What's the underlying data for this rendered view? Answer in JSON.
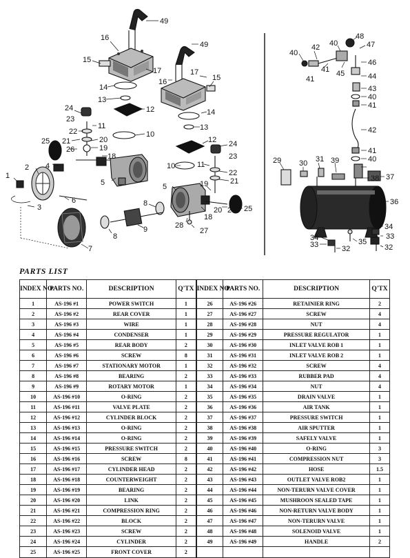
{
  "section_title": "PARTS LIST",
  "headers": {
    "index": "INDEX NO.",
    "parts_no": "PARTS NO.",
    "description": "DESCRIPTION",
    "qty": "Q'TX"
  },
  "parts": [
    {
      "index": "1",
      "parts_no": "AS-196 #1",
      "description": "POWER SWITCH",
      "qty": "1"
    },
    {
      "index": "2",
      "parts_no": "AS-196 #2",
      "description": "REAR COVER",
      "qty": "1"
    },
    {
      "index": "3",
      "parts_no": "AS-196 #3",
      "description": "WIRE",
      "qty": "1"
    },
    {
      "index": "4",
      "parts_no": "AS-196 #4",
      "description": "CONDENSER",
      "qty": "1"
    },
    {
      "index": "5",
      "parts_no": "AS-196 #5",
      "description": "REAR BODY",
      "qty": "2"
    },
    {
      "index": "6",
      "parts_no": "AS-196 #6",
      "description": "SCREW",
      "qty": "8"
    },
    {
      "index": "7",
      "parts_no": "AS-196 #7",
      "description": "STATIONARY MOTOR",
      "qty": "1"
    },
    {
      "index": "8",
      "parts_no": "AS-196 #8",
      "description": "BEARING",
      "qty": "2"
    },
    {
      "index": "9",
      "parts_no": "AS-196 #9",
      "description": "ROTARY MOTOR",
      "qty": "1"
    },
    {
      "index": "10",
      "parts_no": "AS-196 #10",
      "description": "O-RING",
      "qty": "2"
    },
    {
      "index": "11",
      "parts_no": "AS-196 #11",
      "description": "VALVE PLATE",
      "qty": "2"
    },
    {
      "index": "12",
      "parts_no": "AS-196 #12",
      "description": "CYLINDER BLOCK",
      "qty": "2"
    },
    {
      "index": "13",
      "parts_no": "AS-196 #13",
      "description": "O-RING",
      "qty": "2"
    },
    {
      "index": "14",
      "parts_no": "AS-196 #14",
      "description": "O-RING",
      "qty": "2"
    },
    {
      "index": "15",
      "parts_no": "AS-196 #15",
      "description": "PRESSURE SWITCH",
      "qty": "2"
    },
    {
      "index": "16",
      "parts_no": "AS-196 #16",
      "description": "SCREW",
      "qty": "8"
    },
    {
      "index": "17",
      "parts_no": "AS-196 #17",
      "description": "CYLINDER HEAD",
      "qty": "2"
    },
    {
      "index": "18",
      "parts_no": "AS-196 #18",
      "description": "COUNTERWEIGHT",
      "qty": "2"
    },
    {
      "index": "19",
      "parts_no": "AS-196 #19",
      "description": "BEARING",
      "qty": "2"
    },
    {
      "index": "20",
      "parts_no": "AS-196 #20",
      "description": "LINK",
      "qty": "2"
    },
    {
      "index": "21",
      "parts_no": "AS-196 #21",
      "description": "COMPRESSION RING",
      "qty": "2"
    },
    {
      "index": "22",
      "parts_no": "AS-196 #22",
      "description": "BLOCK",
      "qty": "2"
    },
    {
      "index": "23",
      "parts_no": "AS-196 #23",
      "description": "SCREW",
      "qty": "2"
    },
    {
      "index": "24",
      "parts_no": "AS-196 #24",
      "description": "CYLINDER",
      "qty": "2"
    },
    {
      "index": "25",
      "parts_no": "AS-196 #25",
      "description": "FRONT COVER",
      "qty": "2"
    },
    {
      "index": "26",
      "parts_no": "AS-196 #26",
      "description": "RETAINIER RING",
      "qty": "2"
    },
    {
      "index": "27",
      "parts_no": "AS-196 #27",
      "description": "SCREW",
      "qty": "4"
    },
    {
      "index": "28",
      "parts_no": "AS-196 #28",
      "description": "NUT",
      "qty": "4"
    },
    {
      "index": "29",
      "parts_no": "AS-196 #29",
      "description": "PRESSURE REGULATOR",
      "qty": "1"
    },
    {
      "index": "30",
      "parts_no": "AS-196 #30",
      "description": "INLET VALVE ROB 1",
      "qty": "1"
    },
    {
      "index": "31",
      "parts_no": "AS-196 #31",
      "description": "INLET VALVE ROB 2",
      "qty": "1"
    },
    {
      "index": "32",
      "parts_no": "AS-196 #32",
      "description": "SCREW",
      "qty": "4"
    },
    {
      "index": "33",
      "parts_no": "AS-196 #33",
      "description": "RUBBER PAD",
      "qty": "4"
    },
    {
      "index": "34",
      "parts_no": "AS-196 #34",
      "description": "NUT",
      "qty": "4"
    },
    {
      "index": "35",
      "parts_no": "AS-196 #35",
      "description": "DRAIN VALVE",
      "qty": "1"
    },
    {
      "index": "36",
      "parts_no": "AS-196 #36",
      "description": "AIR TANK",
      "qty": "1"
    },
    {
      "index": "37",
      "parts_no": "AS-196 #37",
      "description": "PRESSURE SWITCH",
      "qty": "1"
    },
    {
      "index": "38",
      "parts_no": "AS-196 #38",
      "description": "AIR SPUTTER",
      "qty": "1"
    },
    {
      "index": "39",
      "parts_no": "AS-196 #39",
      "description": "SAFELY VALVE",
      "qty": "1"
    },
    {
      "index": "40",
      "parts_no": "AS-196 #40",
      "description": "O-RING",
      "qty": "3"
    },
    {
      "index": "41",
      "parts_no": "AS-196 #41",
      "description": "COMPRESSION NUT",
      "qty": "3"
    },
    {
      "index": "42",
      "parts_no": "AS-196 #42",
      "description": "HOSE",
      "qty": "1.5"
    },
    {
      "index": "43",
      "parts_no": "AS-196 #43",
      "description": "OUTLET VALVE ROB2",
      "qty": "1"
    },
    {
      "index": "44",
      "parts_no": "AS-196 #44",
      "description": "NON-TERURN VALVE COVER",
      "qty": "1"
    },
    {
      "index": "45",
      "parts_no": "AS-196 #45",
      "description": "MUSHROON SEALED TAPE",
      "qty": "1"
    },
    {
      "index": "46",
      "parts_no": "AS-196 #46",
      "description": "NON-RETURN VALVE BODY",
      "qty": "1"
    },
    {
      "index": "47",
      "parts_no": "AS-196 #47",
      "description": "NON-TERURN VALVE",
      "qty": "1"
    },
    {
      "index": "48",
      "parts_no": "AS-196 #48",
      "description": "SOLENOID VALVE",
      "qty": "1"
    },
    {
      "index": "49",
      "parts_no": "AS-196 #49",
      "description": "HANDLE",
      "qty": "2"
    }
  ],
  "diagram_labels": [
    "1",
    "2",
    "3",
    "4",
    "5",
    "6",
    "7",
    "8",
    "9",
    "10",
    "11",
    "12",
    "13",
    "14",
    "15",
    "16",
    "17",
    "18",
    "19",
    "20",
    "21",
    "22",
    "23",
    "24",
    "25",
    "26",
    "27",
    "28",
    "29",
    "30",
    "31",
    "32",
    "33",
    "34",
    "35",
    "36",
    "37",
    "38",
    "39",
    "40",
    "41",
    "42",
    "43",
    "44",
    "45",
    "46",
    "47",
    "48",
    "49"
  ]
}
